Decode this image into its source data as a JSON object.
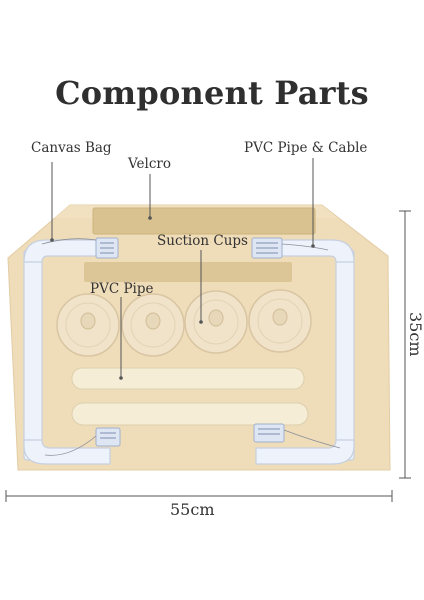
{
  "title": "Component Parts",
  "labels": {
    "canvas_bag": "Canvas Bag",
    "velcro": "Velcro",
    "pvc_pipe_cable": "PVC Pipe & Cable",
    "suction_cups": "Suction Cups",
    "pvc_pipe": "PVC Pipe"
  },
  "dimensions": {
    "width": "55cm",
    "height": "35cm"
  },
  "colors": {
    "canvas": "#efdcb9",
    "velcro": "#d9c28f",
    "pipe": "#eef3fb",
    "rod": "#f4ead0"
  }
}
